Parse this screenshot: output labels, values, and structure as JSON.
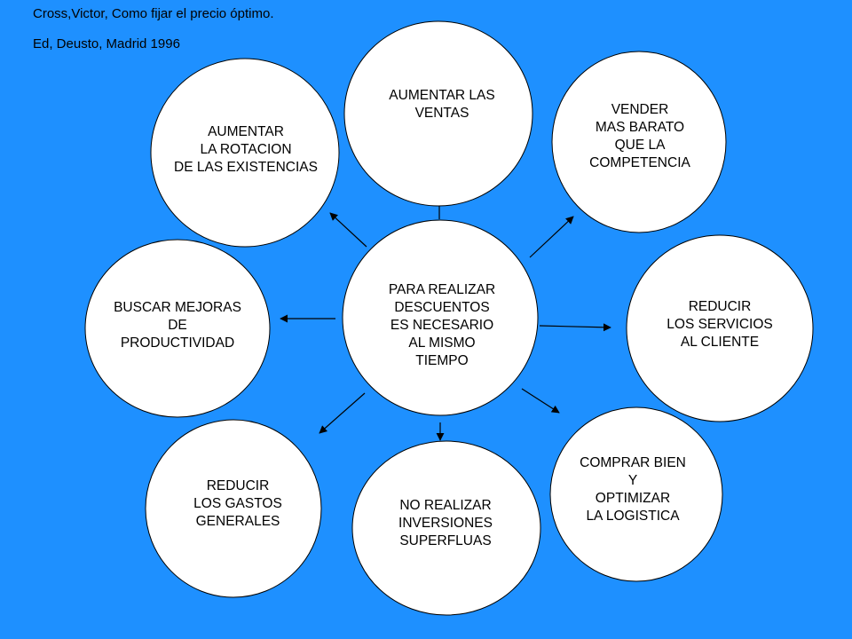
{
  "citation": {
    "line1": "Cross,Victor, Como fijar el precio óptimo.",
    "line2": "Ed, Deusto, Madrid 1996"
  },
  "diagram": {
    "center": {
      "id": "center",
      "lines": [
        "PARA REALIZAR",
        "DESCUENTOS",
        "ES NECESARIO",
        "AL MISMO",
        "TIEMPO"
      ]
    },
    "nodes": [
      {
        "id": "aumentar-ventas",
        "lines": [
          "AUMENTAR LAS",
          "VENTAS"
        ]
      },
      {
        "id": "vender-barato",
        "lines": [
          "VENDER",
          "MAS BARATO",
          "QUE LA",
          "COMPETENCIA"
        ]
      },
      {
        "id": "reducir-servicios",
        "lines": [
          "REDUCIR",
          "LOS SERVICIOS",
          "AL CLIENTE"
        ]
      },
      {
        "id": "comprar-bien",
        "lines": [
          "COMPRAR BIEN",
          "Y",
          "OPTIMIZAR",
          "LA LOGISTICA"
        ]
      },
      {
        "id": "no-realizar-inversiones",
        "lines": [
          "NO REALIZAR",
          "INVERSIONES",
          "SUPERFLUAS"
        ]
      },
      {
        "id": "reducir-gastos",
        "lines": [
          "REDUCIR",
          "LOS GASTOS",
          "GENERALES"
        ]
      },
      {
        "id": "buscar-mejoras",
        "lines": [
          "BUSCAR MEJORAS",
          "DE",
          "PRODUCTIVIDAD"
        ]
      },
      {
        "id": "aumentar-rotacion",
        "lines": [
          "AUMENTAR",
          "LA ROTACION",
          "DE LAS EXISTENCIAS"
        ]
      }
    ],
    "colors": {
      "background": "#1e90ff",
      "circle_fill": "#ffffff",
      "stroke": "#000000"
    }
  }
}
